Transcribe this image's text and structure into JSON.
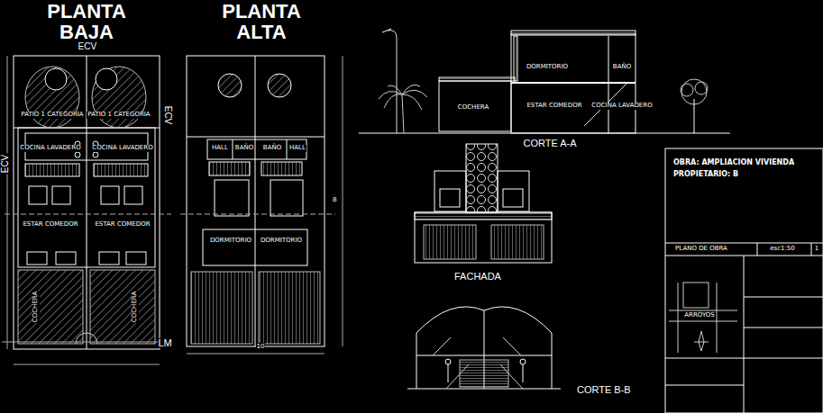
{
  "diagram": {
    "nodes": [
      {
        "text": [
          "PATIO 1 CATEGORIA"
        ]
      },
      {
        "text": [
          "PATIO 1 CATEGORIA"
        ]
      },
      {
        "text": [
          "COCINA LAVADERO"
        ]
      },
      {
        "text": [
          "COCINA LAVADERO"
        ]
      },
      {
        "text": [
          "ESTAR COMEDOR"
        ]
      },
      {
        "text": [
          "ESTAR COMEDOR"
        ]
      },
      {
        "text": [
          "COCHERA"
        ]
      },
      {
        "text": [
          "COCHERA"
        ]
      },
      {
        "text": [
          "HALL"
        ]
      },
      {
        "text": [
          "BAÑO"
        ]
      },
      {
        "text": [
          "BAÑO"
        ]
      },
      {
        "text": [
          "HALL"
        ]
      },
      {
        "text": [
          "DORMITORIO"
        ]
      },
      {
        "text": [
          "DORMITORIO"
        ]
      },
      {
        "text": [
          "DORMITORIO"
        ]
      },
      {
        "text": [
          "BAÑO"
        ]
      },
      {
        "text": [
          "COCHERA"
        ]
      },
      {
        "text": [
          "ESTAR COMEDOR"
        ]
      },
      {
        "text": [
          "COCINA LAVADERO"
        ]
      },
      {
        "text": [
          "OBRA: AMPLIACION VIVIENDA",
          "PROPIETARIO: B"
        ]
      },
      {
        "text": [
          "PLANO DE OBRA"
        ]
      },
      {
        "text": [
          "esc1:50"
        ]
      },
      {
        "text": [
          "1"
        ]
      },
      {
        "text": [
          "ARROYOS"
        ]
      }
    ],
    "labels": [
      "PLANTA BAJA",
      "PLANTA ALTA",
      "ECV",
      "ECV",
      "ECV",
      "LM",
      "10",
      "8",
      "CORTE A-A",
      "FACHADA",
      "CORTE B-B"
    ]
  }
}
